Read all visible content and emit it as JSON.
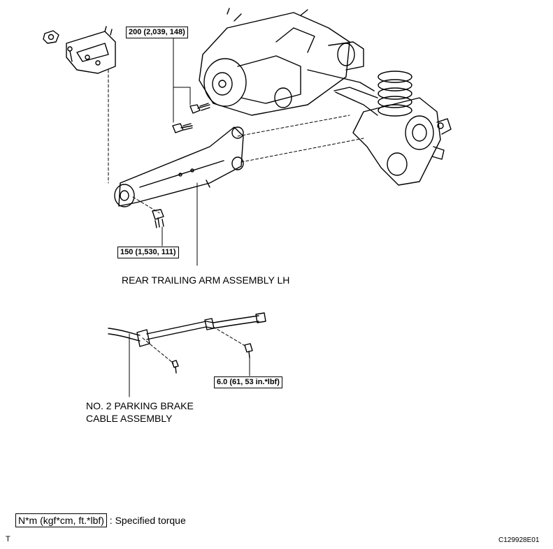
{
  "torque_labels": {
    "top_bolts": "200 (2,039, 148)",
    "arm_bolt": "150 (1,530, 111)",
    "cable_bolt": "6.0 (61, 53 in.*lbf)"
  },
  "part_labels": {
    "trailing_arm": "REAR TRAILING ARM ASSEMBLY LH",
    "cable_line1": "NO. 2 PARKING BRAKE",
    "cable_line2": "CABLE ASSEMBLY"
  },
  "legend": {
    "units": "N*m (kgf*cm, ft.*lbf)",
    "description": ": Specified torque"
  },
  "footer": {
    "left_mark": "T",
    "figure_id": "C129928E01"
  }
}
